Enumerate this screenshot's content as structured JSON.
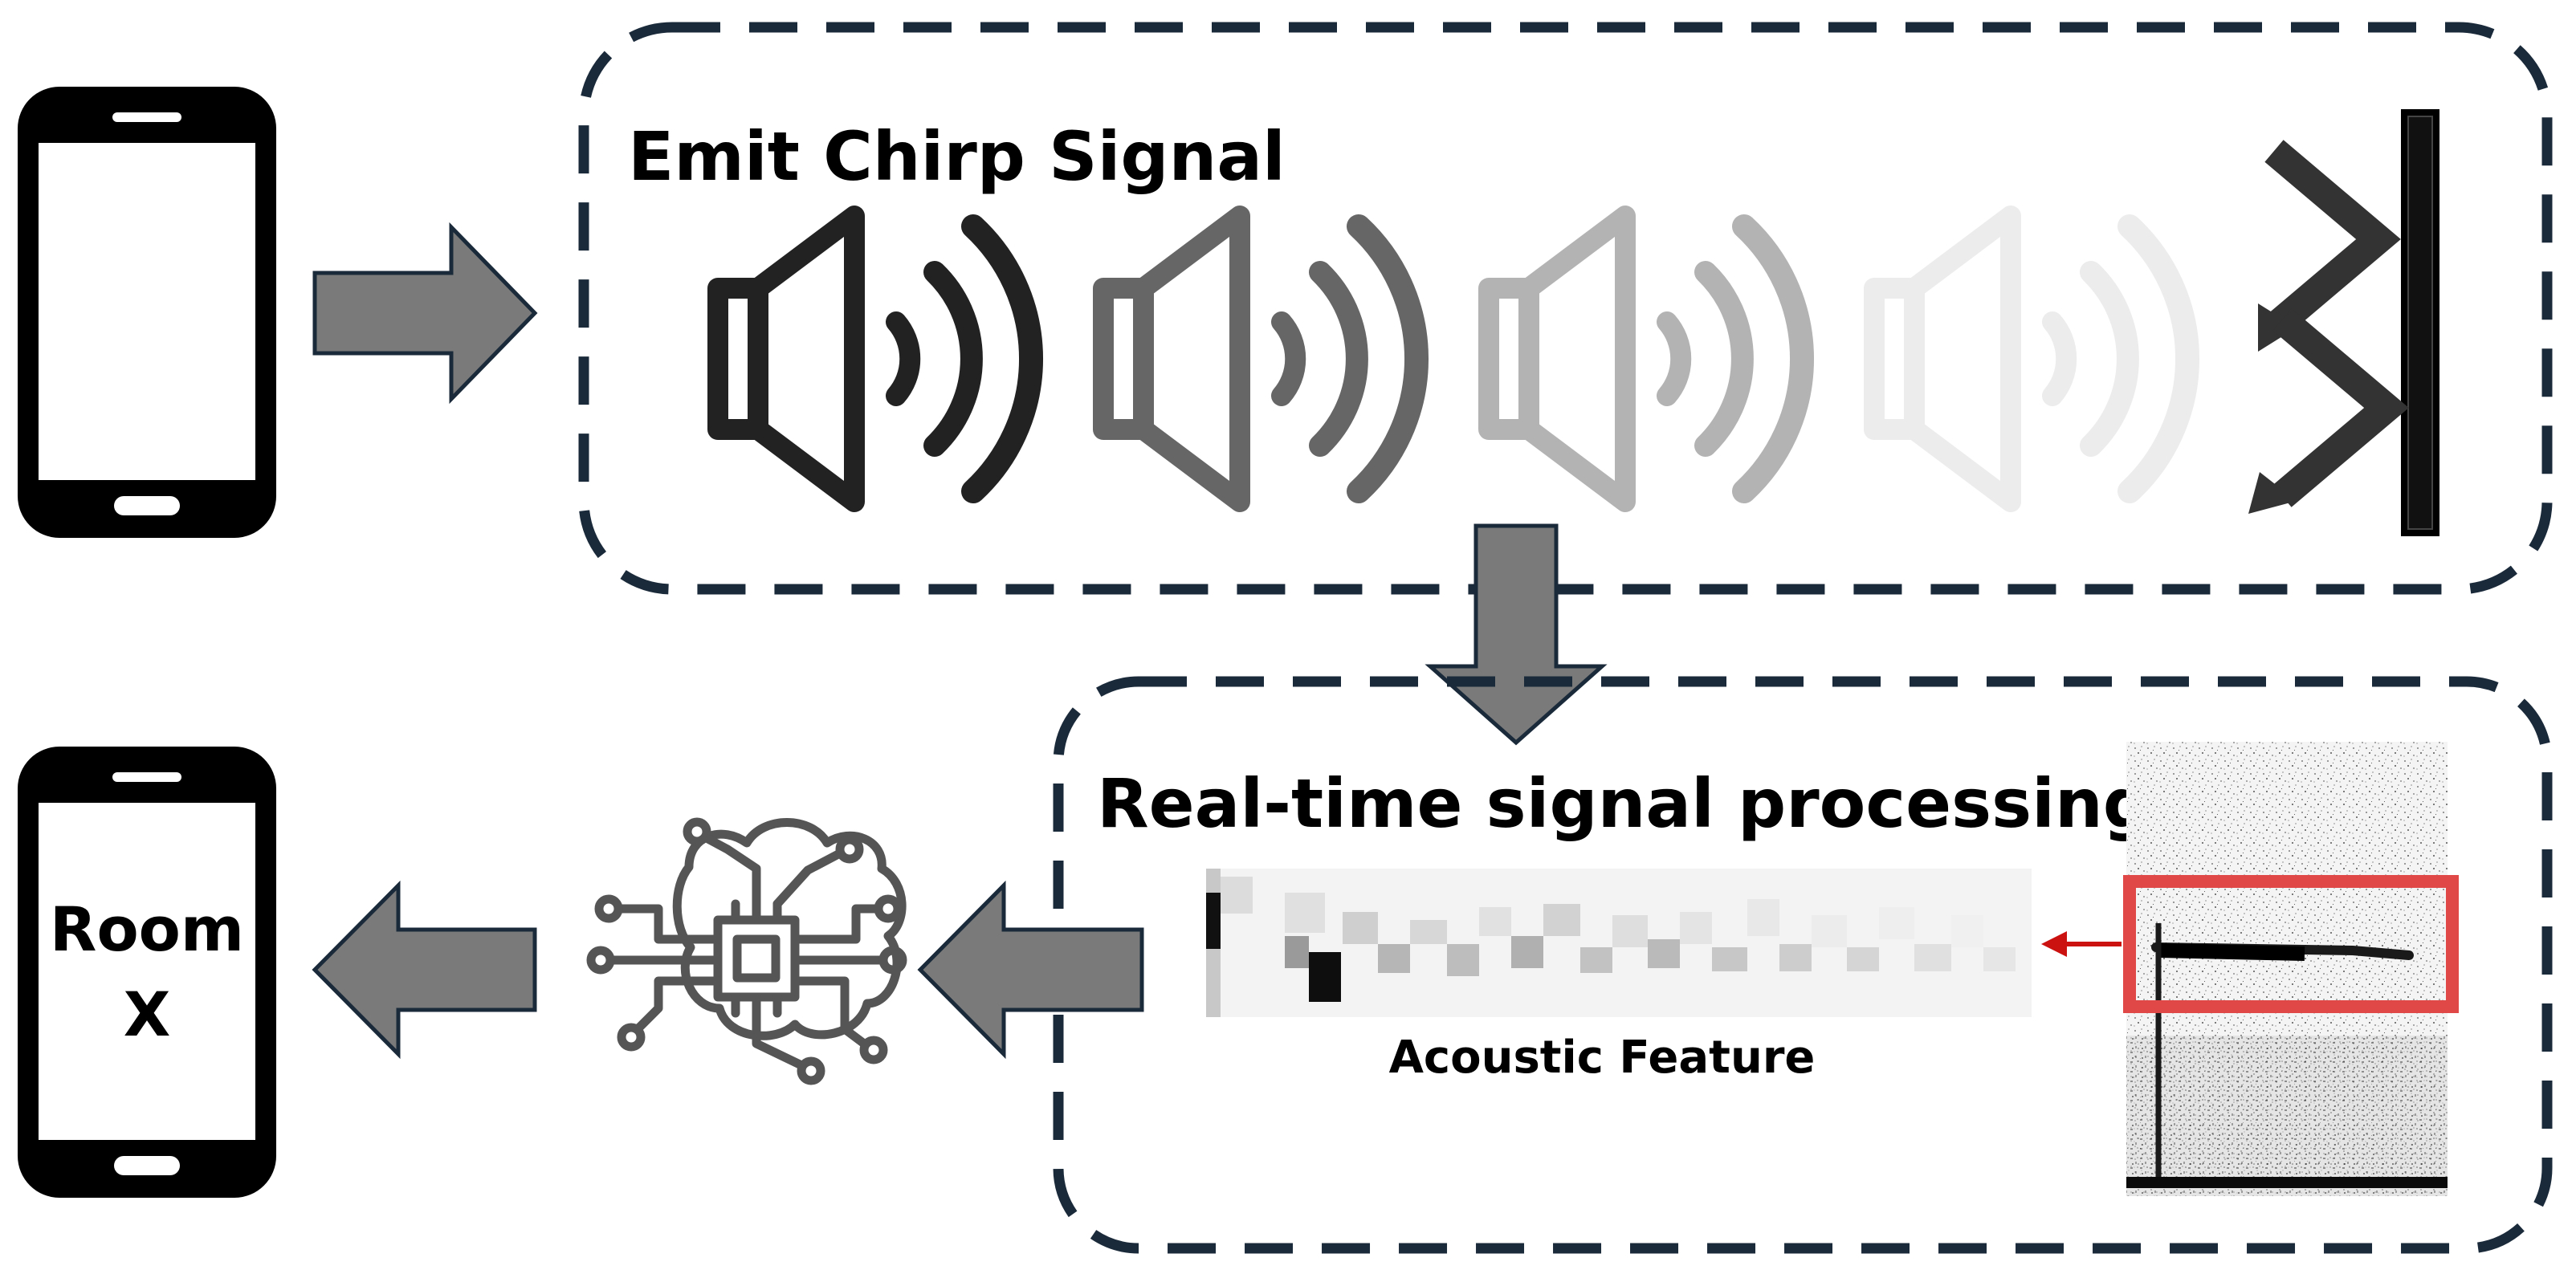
{
  "emit_box": {
    "title": "Emit Chirp Signal",
    "speaker_shades": [
      "#222222",
      "#666666",
      "#b3b3b3",
      "#ececec"
    ]
  },
  "processing_box": {
    "title": "Real-time signal processing",
    "feature_label": "Acoustic Feature"
  },
  "result_phone": {
    "line1": "Room",
    "line2": "X"
  },
  "colors": {
    "box_border": "#1b2a3a",
    "arrow_fill": "#7a7a7a",
    "arrow_stroke": "#1b2a3a",
    "highlight": "#e04848",
    "pointer": "#cc1111"
  },
  "icons": {
    "source_phone": "smartphone-icon",
    "speakers": "speaker-wave-icon",
    "wall": "wall-reflection-icon",
    "model": "ai-chip-brain-icon",
    "result_phone": "smartphone-icon"
  }
}
